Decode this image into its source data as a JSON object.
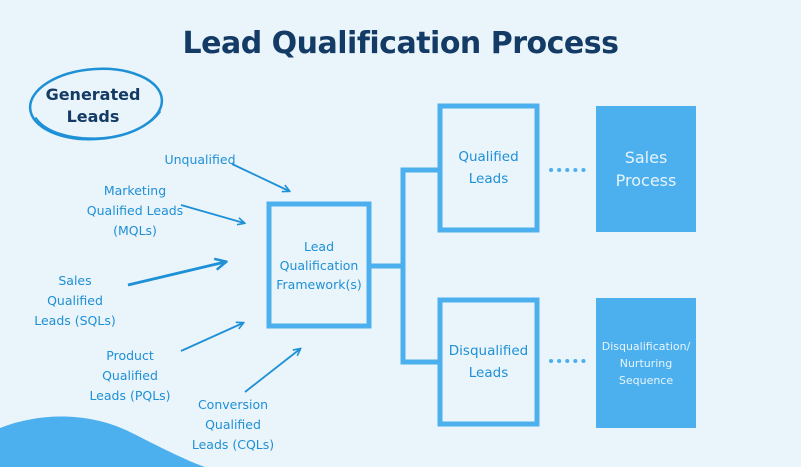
{
  "title": "Lead Qualification Process",
  "start": {
    "label": "Generated\nLeads"
  },
  "lead_types": [
    {
      "id": "unqualified",
      "label": "Unqualified"
    },
    {
      "id": "mql",
      "label": "Marketing\nQualified Leads\n(MQLs)"
    },
    {
      "id": "sql",
      "label": "Sales\nQualified\nLeads (SQLs)"
    },
    {
      "id": "pql",
      "label": "Product\nQualified\nLeads (PQLs)"
    },
    {
      "id": "cql",
      "label": "Conversion\nQualified\nLeads (CQLs)"
    }
  ],
  "framework": {
    "label": "Lead\nQualification\nFramework(s)"
  },
  "outcomes": {
    "qualified": {
      "label": "Qualified\nLeads",
      "next": "Sales\nProcess"
    },
    "disqualified": {
      "label": "Disqualified\nLeads",
      "next": "Disqualification/\nNurturing\nSequence"
    }
  },
  "colors": {
    "background": "#eaf4fb",
    "title": "#133b66",
    "accent": "#1e90d6",
    "filled_box": "#4db0ee",
    "wave": "#4db0ee"
  }
}
